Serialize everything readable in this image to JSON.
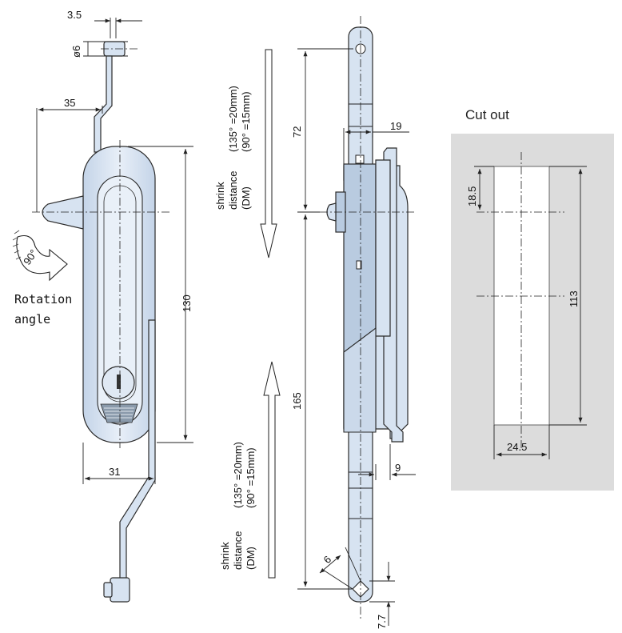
{
  "front_view": {
    "dim_pin_offset": "3.5",
    "dim_pin_diameter": "ø6",
    "dim_offset_35": "35",
    "dim_height_130": "130",
    "dim_width_31": "31",
    "rotation_angle_value": "90°",
    "rotation_label_line1": "Rotation",
    "rotation_label_line2": "angle"
  },
  "side_view": {
    "dim_72": "72",
    "dim_19": "19",
    "dim_165": "165",
    "dim_9": "9",
    "dim_6": "6",
    "dim_7_7": "7.7",
    "shrink_top": [
      "shrink",
      "distance",
      "(DM)"
    ],
    "shrink_top_values": [
      "(135° =20mm)",
      "(90°  =15mm)"
    ],
    "shrink_bottom": [
      "shrink",
      "distance",
      "(DM)"
    ],
    "shrink_bottom_values": [
      "(135° =20mm)",
      "(90°  =15mm)"
    ]
  },
  "cutout": {
    "title": "Cut out",
    "dim_18_5": "18.5",
    "dim_113": "113",
    "dim_24_5": "24.5",
    "panel_color": "#dcdcdc",
    "hole_color": "#ffffff"
  },
  "colors": {
    "part_fill": "#d7e3f1",
    "outline": "#2b2b2b"
  }
}
